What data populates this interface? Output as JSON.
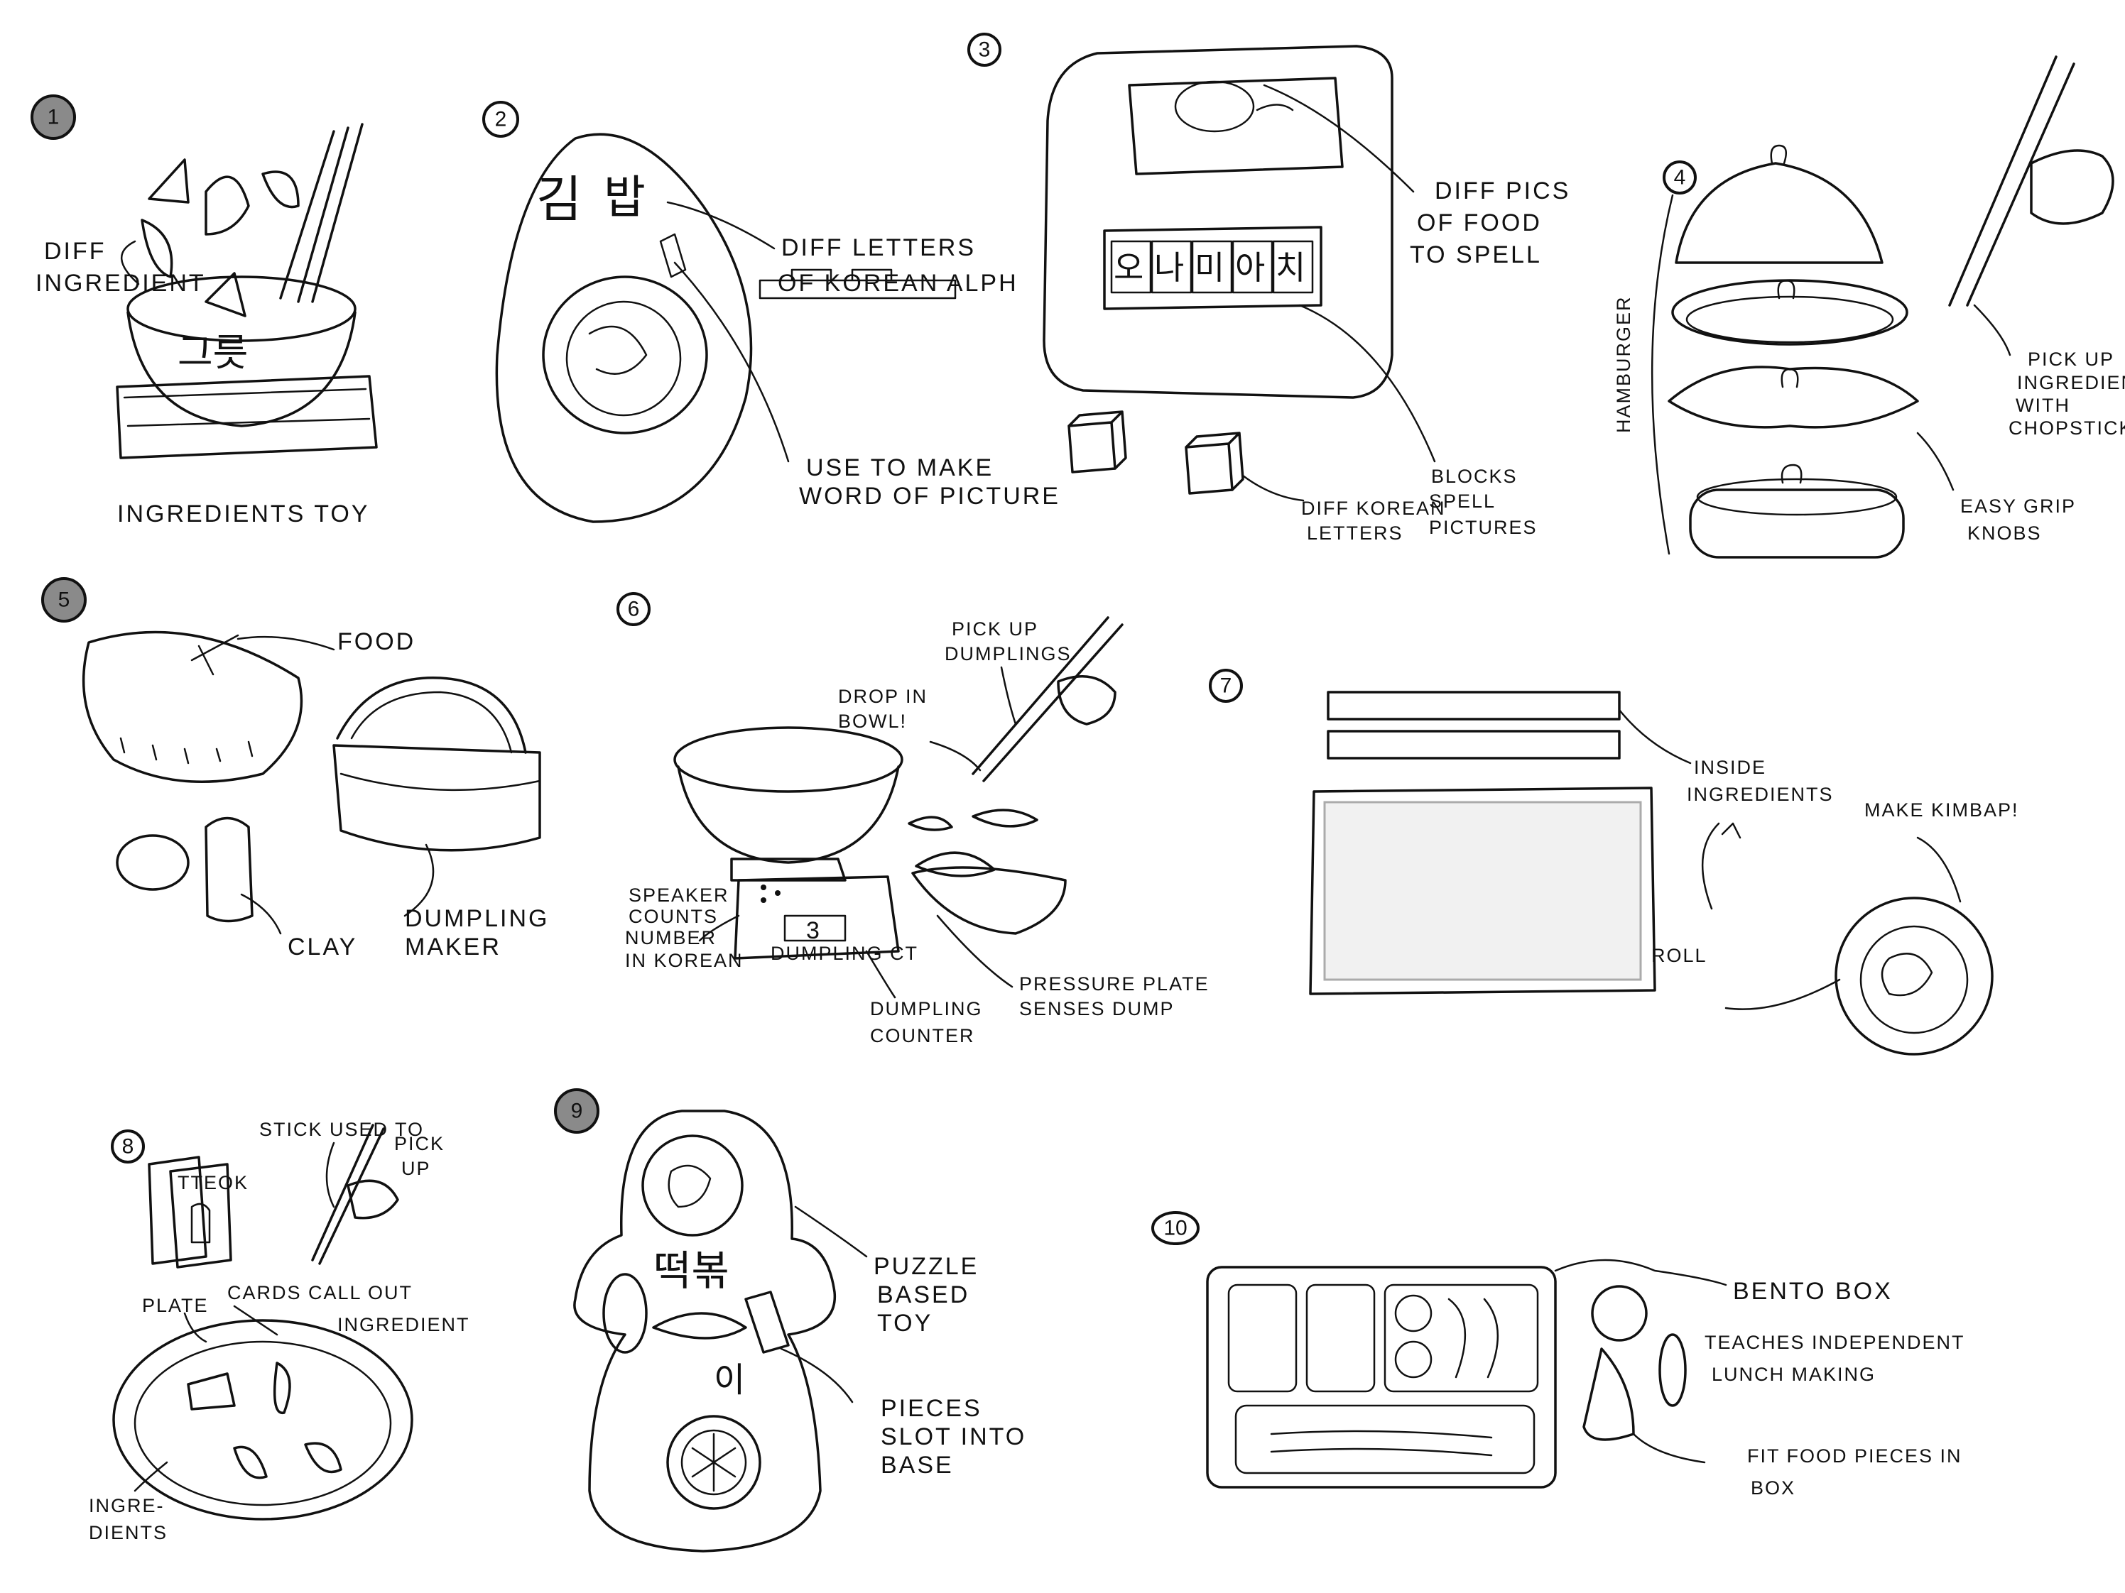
{
  "sketch_sheet": {
    "concepts": [
      {
        "number": "1",
        "labels": [
          "DIFF",
          "INGREDIENT",
          "INGREDIENTS TOY"
        ],
        "korean": "그릇"
      },
      {
        "number": "2",
        "labels": [
          "DIFF LETTERS",
          "OF KOREAN ALPH",
          "USE TO MAKE",
          "WORD OF PICTURE"
        ],
        "korean": [
          "김",
          "밥"
        ]
      },
      {
        "number": "3",
        "labels": [
          "DIFF PICS",
          "OF FOOD",
          "TO SPELL",
          "BLOCKS",
          "SPELL",
          "PICTURES",
          "DIFF KOREAN",
          "LETTERS"
        ],
        "korean": [
          "오",
          "나",
          "미",
          "아",
          "치"
        ]
      },
      {
        "number": "4",
        "labels": [
          "HAMBURGER",
          "PICK UP",
          "INGREDIENTS",
          "WITH",
          "CHOPSTICKS",
          "EASY GRIP",
          "KNOBS"
        ]
      },
      {
        "number": "5",
        "labels": [
          "FOOD",
          "CLAY",
          "DUMPLING",
          "MAKER"
        ]
      },
      {
        "number": "6",
        "labels": [
          "PICK UP",
          "DUMPLINGS",
          "DROP IN",
          "BOWL!",
          "SPEAKER",
          "COUNTS",
          "NUMBER",
          "IN KOREAN",
          "DUMPLING CT",
          "PRESSURE PLATE",
          "SENSES DUMP",
          "DUMPLING",
          "COUNTER"
        ],
        "counter_value": "3"
      },
      {
        "number": "7",
        "labels": [
          "INSIDE",
          "INGREDIENTS",
          "MAKE KIMBAP!",
          "ROLL"
        ]
      },
      {
        "number": "8",
        "labels": [
          "STICK USED TO",
          "PICK",
          "UP",
          "TTEOK",
          "PLATE",
          "CARDS CALL OUT",
          "INGREDIENT",
          "INGRE-",
          "DIENTS"
        ]
      },
      {
        "number": "9",
        "labels": [
          "PUZZLE",
          "BASED",
          "TOY",
          "PIECES",
          "SLOT INTO",
          "BASE"
        ],
        "korean": [
          "떡볶",
          "이"
        ]
      },
      {
        "number": "10",
        "labels": [
          "BENTO BOX",
          "TEACHES INDEPENDENT",
          "LUNCH MAKING",
          "FIT FOOD PIECES IN",
          "BOX"
        ]
      }
    ]
  }
}
